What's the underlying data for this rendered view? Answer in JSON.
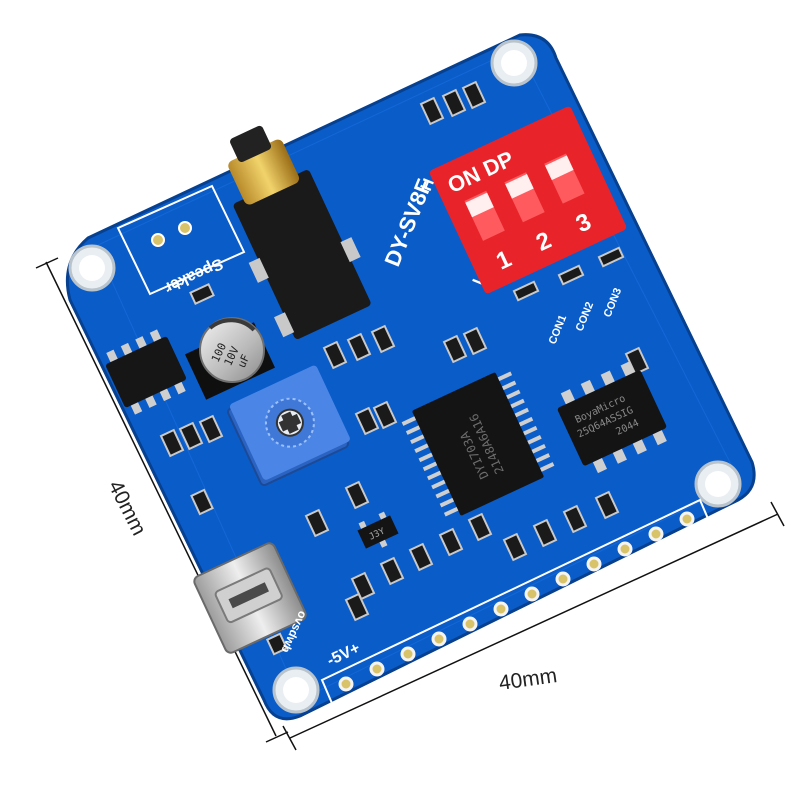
{
  "dimensions": {
    "height_label": "40mm",
    "width_label": "40mm"
  },
  "board": {
    "color": "#0a5cc9",
    "model_label": "DY-SV8F",
    "speaker_label": "Speaker",
    "speaker_plus": "+",
    "power_label": "-5V+",
    "usb_label": "ovsdwb",
    "switch_high": "H",
    "switch_low": "L",
    "con_labels": [
      "CON1",
      "CON2",
      "CON3"
    ],
    "dip_switch": {
      "color": "#e8242a",
      "label": "ON DP",
      "numbers": [
        "1",
        "2",
        "3"
      ]
    },
    "capacitor": {
      "line1": "100",
      "line2": "10V",
      "line3": "uF"
    },
    "main_chip": {
      "line1": "DY1703A",
      "line2": "2148A6A16"
    },
    "flash_chip": {
      "line1": "BoyaMicro",
      "line2": "25Q64ASSIG",
      "line3": "2044"
    },
    "transistor_label": "J3Y"
  }
}
